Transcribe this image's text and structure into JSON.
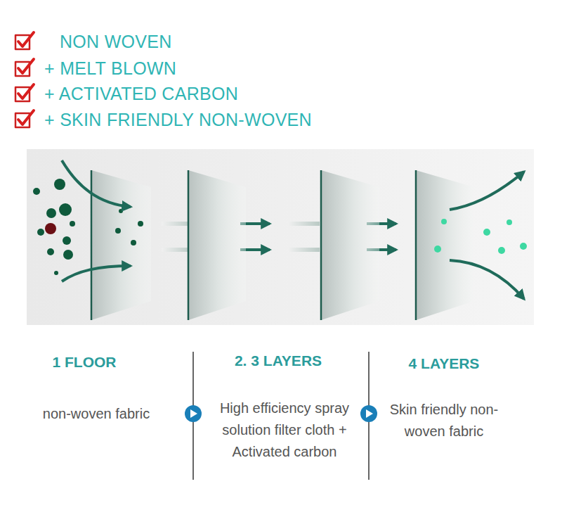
{
  "diagram": {
    "labels": [
      "NON WOVEN",
      "+ MELT BLOWN",
      "+ ACTIVATED CARBON",
      "+ SKIN FRIENDLY NON-WOVEN",
      "1 FLOOR",
      "non-woven fabric",
      "2. 3 LAYERS",
      "High efficiency spray solution filter cloth + Activated carbon",
      "4 LAYERS",
      "Skin friendly non-woven fabric"
    ]
  }
}
